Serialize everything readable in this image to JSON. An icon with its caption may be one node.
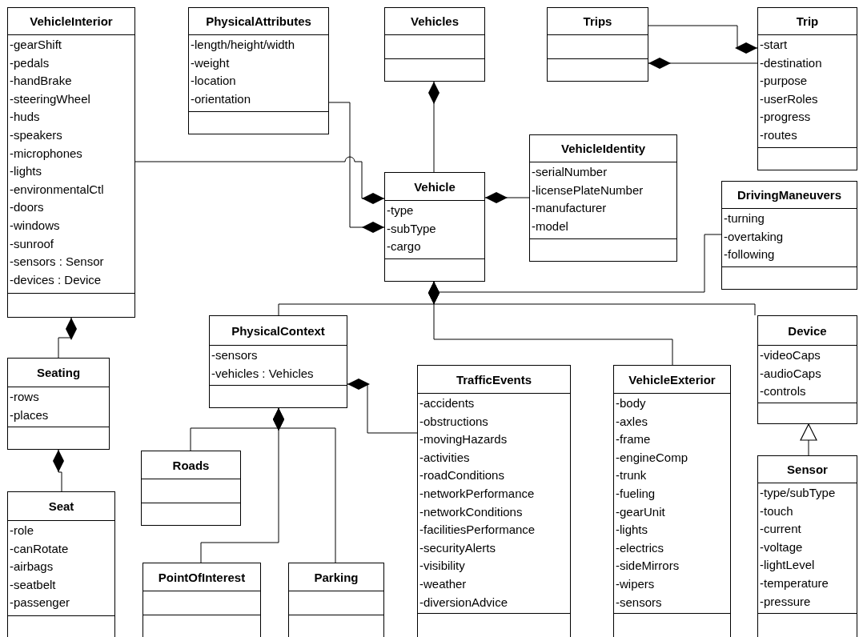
{
  "diagram": {
    "nodes": [
      {
        "text": [
          "VehicleInterior",
          "-gearShift",
          "-pedals",
          "-handBrake",
          "-steeringWheel",
          "-huds",
          "-speakers",
          "-microphones",
          "-lights",
          "-environmentalCtl",
          "-doors",
          "-windows",
          "-sunroof",
          "-sensors : Sensor",
          "-devices : Device"
        ]
      },
      {
        "text": [
          "PhysicalAttributes",
          "-length/height/width",
          "-weight",
          "-location",
          "-orientation"
        ]
      },
      {
        "text": [
          "Vehicles"
        ]
      },
      {
        "text": [
          "Trips"
        ]
      },
      {
        "text": [
          "Trip",
          "-start",
          "-destination",
          "-purpose",
          "-userRoles",
          "-progress",
          "-routes"
        ]
      },
      {
        "text": [
          "Vehicle",
          "-type",
          "-subType",
          "-cargo"
        ]
      },
      {
        "text": [
          "VehicleIdentity",
          "-serialNumber",
          "-licensePlateNumber",
          "-manufacturer",
          "-model"
        ]
      },
      {
        "text": [
          "DrivingManeuvers",
          "-turning",
          "-overtaking",
          "-following"
        ]
      },
      {
        "text": [
          "Seating",
          "-rows",
          "-places"
        ]
      },
      {
        "text": [
          "PhysicalContext",
          "-sensors",
          "-vehicles : Vehicles"
        ]
      },
      {
        "text": [
          "Device",
          "-videoCaps",
          "-audioCaps",
          "-controls"
        ]
      },
      {
        "text": [
          "TrafficEvents",
          "-accidents",
          "-obstructions",
          "-movingHazards",
          "-activities",
          "-roadConditions",
          "-networkPerformance",
          "-networkConditions",
          "-facilitiesPerformance",
          "-securityAlerts",
          "-visibility",
          "-weather",
          "-diversionAdvice"
        ]
      },
      {
        "text": [
          "VehicleExterior",
          "-body",
          "-axles",
          "-frame",
          "-engineComp",
          "-trunk",
          "-fueling",
          "-gearUnit",
          "-lights",
          "-electrics",
          "-sideMirrors",
          "-wipers",
          "-sensors"
        ]
      },
      {
        "text": [
          "Roads"
        ]
      },
      {
        "text": [
          "Seat",
          "-role",
          "-canRotate",
          "-airbags",
          "-seatbelt",
          "-passenger"
        ]
      },
      {
        "text": [
          "Sensor",
          "-type/subType",
          "-touch",
          "-current",
          "-voltage",
          "-lightLevel",
          "-temperature",
          "-pressure"
        ]
      },
      {
        "text": [
          "PointOfInterest"
        ]
      },
      {
        "text": [
          "Parking"
        ]
      }
    ],
    "edges": [
      {
        "from": 5,
        "to": 2,
        "arrow": "other"
      },
      {
        "from": 0,
        "to": 5,
        "arrow": "other"
      },
      {
        "from": 1,
        "to": 5,
        "arrow": "other"
      },
      {
        "from": 6,
        "to": 5,
        "arrow": "other"
      },
      {
        "from": 3,
        "to": 4,
        "arrow": "other"
      },
      {
        "from": 4,
        "to": 3,
        "arrow": "other"
      },
      {
        "from": 9,
        "to": 5,
        "arrow": "other"
      },
      {
        "from": 12,
        "to": 5,
        "arrow": "other"
      },
      {
        "from": 10,
        "to": 5,
        "arrow": "other"
      },
      {
        "from": 7,
        "to": 5,
        "arrow": "other"
      },
      {
        "from": 11,
        "to": 9,
        "arrow": "other"
      },
      {
        "from": 8,
        "to": 0,
        "arrow": "other"
      },
      {
        "from": 14,
        "to": 8,
        "arrow": "other"
      },
      {
        "from": 13,
        "to": 9,
        "arrow": "other"
      },
      {
        "from": 16,
        "to": 9,
        "arrow": "other"
      },
      {
        "from": 17,
        "to": 9,
        "arrow": "other"
      },
      {
        "from": 15,
        "to": 10,
        "arrow": "to"
      }
    ]
  }
}
